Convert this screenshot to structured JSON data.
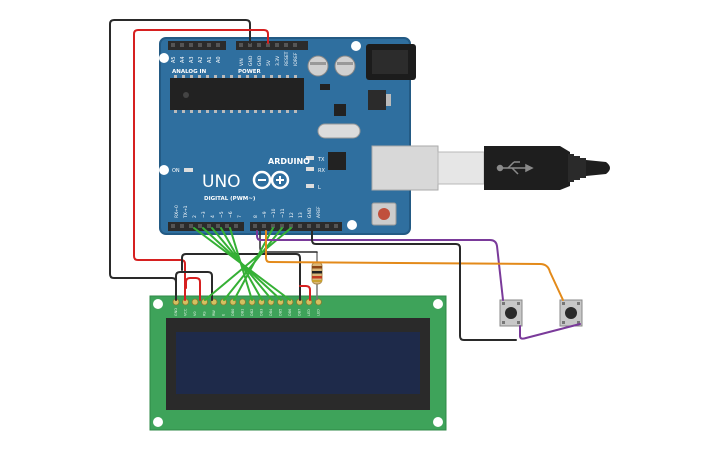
{
  "colors": {
    "board": "#2f6f9f",
    "board_edge": "#235a84",
    "header": "#2b2b2b",
    "lcd_pcb": "#3ea35a",
    "lcd_bezel": "#2a2a2a",
    "lcd_screen": "#1e2a4a",
    "wire_black": "#2a2a2a",
    "wire_red": "#d62020",
    "wire_green": "#35b035",
    "wire_purple": "#7a3a9a",
    "wire_orange": "#e38a1a",
    "usb_plug": "#1e1e1e"
  },
  "arduino": {
    "brand": "UNO",
    "maker": "ARDUINO",
    "power_label": "POWER",
    "analog_label": "ANALOG IN",
    "digital_label": "DIGITAL (PWM~)",
    "on_label": "ON",
    "tx_label": "TX",
    "rx_label": "RX",
    "l_label": "L",
    "analog_pins": [
      "A5",
      "A4",
      "A3",
      "A2",
      "A1",
      "A0"
    ],
    "power_pins": [
      "VIN",
      "GND",
      "GND",
      "5V",
      "3.3V",
      "RESET",
      "IOREF"
    ],
    "digital_pins_low": [
      "7",
      "~6",
      "~5",
      "4",
      "~3",
      "2",
      "TX→1",
      "RX←0"
    ],
    "digital_pins_high": [
      "AREF",
      "GND",
      "13",
      "12",
      "~11",
      "~10",
      "~9",
      "8"
    ]
  },
  "lcd": {
    "pin_labels": [
      "GND",
      "VCC",
      "V0",
      "RS",
      "RW",
      "E",
      "DB0",
      "DB1",
      "DB2",
      "DB3",
      "DB4",
      "DB5",
      "DB6",
      "DB7",
      "LED",
      "LED"
    ]
  }
}
